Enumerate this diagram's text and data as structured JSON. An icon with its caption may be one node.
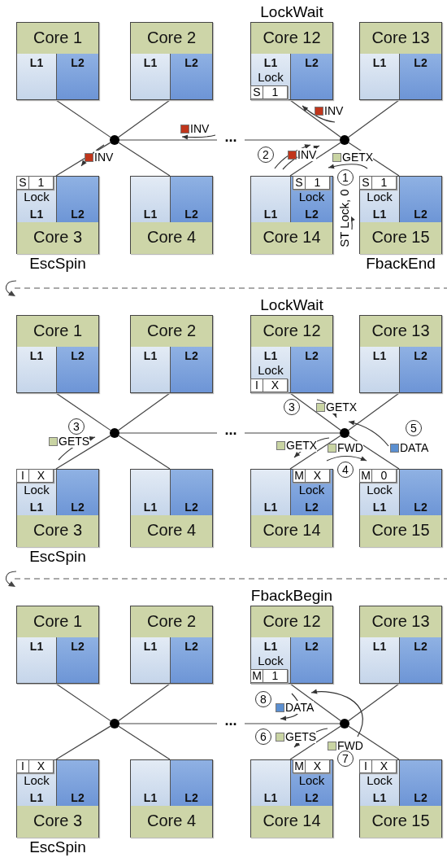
{
  "diagram": {
    "nodes": [
      {
        "text": [
          "Core 1"
        ]
      },
      {
        "text": [
          "L1"
        ],
        "in": 0
      },
      {
        "text": [
          "L2"
        ],
        "in": 0
      },
      {
        "text": [
          "Core 2"
        ]
      },
      {
        "text": [
          "L1"
        ],
        "in": 3
      },
      {
        "text": [
          "L2"
        ],
        "in": 3
      },
      {
        "text": [
          "Core 12"
        ],
        "beside": [
          "LockWait"
        ]
      },
      {
        "text": [
          "L1"
        ],
        "in": 6
      },
      {
        "text": [
          "S",
          "1"
        ],
        "beside": [
          "Lock"
        ],
        "in": 7
      },
      {
        "text": [
          "L2"
        ],
        "in": 6
      },
      {
        "text": [
          "Core 13"
        ]
      },
      {
        "text": [
          "L1"
        ],
        "in": 10
      },
      {
        "text": [
          "L2"
        ],
        "in": 10
      },
      {
        "text": [],
        "shape": "circle"
      },
      {
        "text": [
          "..."
        ]
      },
      {
        "text": [],
        "shape": "circle"
      },
      {
        "text": [
          "Core 3"
        ],
        "beside": [
          "EscSpin"
        ]
      },
      {
        "text": [
          "L1"
        ],
        "in": 16
      },
      {
        "text": [
          "S",
          "1"
        ],
        "beside": [
          "Lock"
        ],
        "in": 17
      },
      {
        "text": [
          "L2"
        ],
        "in": 16
      },
      {
        "text": [
          "Core 4"
        ]
      },
      {
        "text": [
          "L1"
        ],
        "in": 20
      },
      {
        "text": [
          "L2"
        ],
        "in": 20
      },
      {
        "text": [
          "Core 14"
        ]
      },
      {
        "text": [
          "L1"
        ],
        "in": 23
      },
      {
        "text": [
          "L2"
        ],
        "in": 23
      },
      {
        "text": [
          "S",
          "1"
        ],
        "beside": [
          "Lock"
        ],
        "in": 25
      },
      {
        "text": [
          "Core 15"
        ],
        "beside": [
          "FbackEnd"
        ]
      },
      {
        "text": [
          "L1"
        ],
        "in": 27
      },
      {
        "text": [
          "S",
          "1"
        ],
        "beside": [
          "Lock"
        ],
        "in": 28
      },
      {
        "text": [
          "L2"
        ],
        "in": 27
      },
      {
        "text": [
          "Core 1"
        ]
      },
      {
        "text": [
          "L1"
        ],
        "in": 31
      },
      {
        "text": [
          "L2"
        ],
        "in": 31
      },
      {
        "text": [
          "Core 2"
        ]
      },
      {
        "text": [
          "L1"
        ],
        "in": 34
      },
      {
        "text": [
          "L2"
        ],
        "in": 34
      },
      {
        "text": [
          "Core 12"
        ],
        "beside": [
          "LockWait"
        ]
      },
      {
        "text": [
          "L1"
        ],
        "in": 37
      },
      {
        "text": [
          "I",
          "X"
        ],
        "beside": [
          "Lock"
        ],
        "in": 38
      },
      {
        "text": [
          "L2"
        ],
        "in": 37
      },
      {
        "text": [
          "Core 13"
        ]
      },
      {
        "text": [
          "L1"
        ],
        "in": 41
      },
      {
        "text": [
          "L2"
        ],
        "in": 41
      },
      {
        "text": [],
        "shape": "circle"
      },
      {
        "text": [
          "..."
        ]
      },
      {
        "text": [],
        "shape": "circle"
      },
      {
        "text": [
          "Core 3"
        ],
        "beside": [
          "EscSpin"
        ]
      },
      {
        "text": [
          "L1"
        ],
        "in": 47
      },
      {
        "text": [
          "I",
          "X"
        ],
        "beside": [
          "Lock"
        ],
        "in": 48
      },
      {
        "text": [
          "L2"
        ],
        "in": 47
      },
      {
        "text": [
          "Core 4"
        ]
      },
      {
        "text": [
          "L1"
        ],
        "in": 51
      },
      {
        "text": [
          "L2"
        ],
        "in": 51
      },
      {
        "text": [
          "Core 14"
        ]
      },
      {
        "text": [
          "L1"
        ],
        "in": 54
      },
      {
        "text": [
          "L2"
        ],
        "in": 54
      },
      {
        "text": [
          "M",
          "X"
        ],
        "beside": [
          "Lock"
        ],
        "in": 56
      },
      {
        "text": [
          "Core 15"
        ]
      },
      {
        "text": [
          "L1"
        ],
        "in": 58
      },
      {
        "text": [
          "M",
          "0"
        ],
        "beside": [
          "Lock"
        ],
        "in": 59
      },
      {
        "text": [
          "L2"
        ],
        "in": 58
      },
      {
        "text": [
          "Core 1"
        ]
      },
      {
        "text": [
          "L1"
        ],
        "in": 62
      },
      {
        "text": [
          "L2"
        ],
        "in": 62
      },
      {
        "text": [
          "Core 2"
        ]
      },
      {
        "text": [
          "L1"
        ],
        "in": 65
      },
      {
        "text": [
          "L2"
        ],
        "in": 65
      },
      {
        "text": [
          "Core 12"
        ],
        "beside": [
          "FbackBegin"
        ]
      },
      {
        "text": [
          "L1"
        ],
        "in": 68
      },
      {
        "text": [
          "M",
          "1"
        ],
        "beside": [
          "Lock"
        ],
        "in": 69
      },
      {
        "text": [
          "L2"
        ],
        "in": 68
      },
      {
        "text": [
          "Core 13"
        ]
      },
      {
        "text": [
          "L1"
        ],
        "in": 72
      },
      {
        "text": [
          "L2"
        ],
        "in": 72
      },
      {
        "text": [],
        "shape": "circle"
      },
      {
        "text": [
          "..."
        ]
      },
      {
        "text": [],
        "shape": "circle"
      },
      {
        "text": [
          "Core 3"
        ],
        "beside": [
          "EscSpin"
        ]
      },
      {
        "text": [
          "L1"
        ],
        "in": 78
      },
      {
        "text": [
          "I",
          "X"
        ],
        "beside": [
          "Lock"
        ],
        "in": 79
      },
      {
        "text": [
          "L2"
        ],
        "in": 78
      },
      {
        "text": [
          "Core 4"
        ]
      },
      {
        "text": [
          "L1"
        ],
        "in": 82
      },
      {
        "text": [
          "L2"
        ],
        "in": 82
      },
      {
        "text": [
          "Core 14"
        ]
      },
      {
        "text": [
          "L1"
        ],
        "in": 85
      },
      {
        "text": [
          "L2"
        ],
        "in": 85
      },
      {
        "text": [
          "M",
          "X"
        ],
        "beside": [
          "Lock"
        ],
        "in": 87
      },
      {
        "text": [
          "Core 15"
        ]
      },
      {
        "text": [
          "L1"
        ],
        "in": 89
      },
      {
        "text": [
          "I",
          "X"
        ],
        "beside": [
          "Lock"
        ],
        "in": 90
      },
      {
        "text": [
          "L2"
        ],
        "in": 89
      }
    ],
    "edges": [
      {
        "from": 0,
        "to": 13,
        "arrow": "none"
      },
      {
        "from": 3,
        "to": 13,
        "arrow": "none"
      },
      {
        "from": 16,
        "to": 13,
        "arrow": "none"
      },
      {
        "from": 20,
        "to": 13,
        "arrow": "none"
      },
      {
        "from": 13,
        "to": 14,
        "arrow": "none"
      },
      {
        "from": 14,
        "to": 15,
        "arrow": "none"
      },
      {
        "from": 6,
        "to": 15,
        "arrow": "none"
      },
      {
        "from": 10,
        "to": 15,
        "arrow": "none"
      },
      {
        "from": 23,
        "to": 15,
        "arrow": "none"
      },
      {
        "from": 27,
        "to": 15,
        "arrow": "none"
      },
      {
        "from": 31,
        "to": 44,
        "arrow": "none"
      },
      {
        "from": 34,
        "to": 44,
        "arrow": "none"
      },
      {
        "from": 47,
        "to": 44,
        "arrow": "none"
      },
      {
        "from": 51,
        "to": 44,
        "arrow": "none"
      },
      {
        "from": 44,
        "to": 45,
        "arrow": "none"
      },
      {
        "from": 45,
        "to": 46,
        "arrow": "none"
      },
      {
        "from": 37,
        "to": 46,
        "arrow": "none"
      },
      {
        "from": 41,
        "to": 46,
        "arrow": "none"
      },
      {
        "from": 54,
        "to": 46,
        "arrow": "none"
      },
      {
        "from": 58,
        "to": 46,
        "arrow": "none"
      },
      {
        "from": 62,
        "to": 75,
        "arrow": "none"
      },
      {
        "from": 65,
        "to": 75,
        "arrow": "none"
      },
      {
        "from": 78,
        "to": 75,
        "arrow": "none"
      },
      {
        "from": 82,
        "to": 75,
        "arrow": "none"
      },
      {
        "from": 75,
        "to": 76,
        "arrow": "none"
      },
      {
        "from": 76,
        "to": 77,
        "arrow": "none"
      },
      {
        "from": 68,
        "to": 77,
        "arrow": "none"
      },
      {
        "from": 72,
        "to": 77,
        "arrow": "none"
      },
      {
        "from": 85,
        "to": 77,
        "arrow": "none"
      },
      {
        "from": 89,
        "to": 77,
        "arrow": "none"
      }
    ],
    "labels": [
      "INV",
      "INV",
      "INV",
      "2",
      "INV",
      "GETX",
      "1",
      "ST Lock, 0",
      "3",
      "GETX",
      "3",
      "5",
      "GETS",
      "GETX",
      "FWD",
      "DATA",
      "4",
      "8",
      "DATA",
      "6",
      "GETS",
      "FWD",
      "7"
    ]
  }
}
